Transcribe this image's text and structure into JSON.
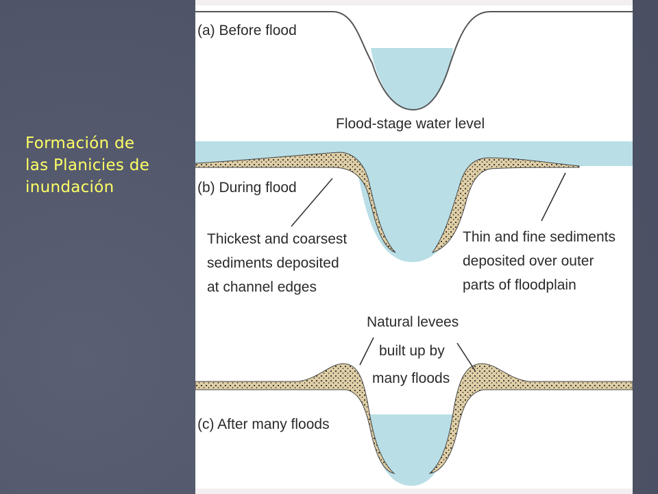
{
  "slide": {
    "title_lines": [
      "Formación de",
      "las Planicies de",
      "inundación"
    ],
    "title_color": "#ffff66",
    "background_color": "#4f5468"
  },
  "diagram": {
    "water_color": "#b9dee6",
    "sediment_color": "#e0cfa6",
    "labels": {
      "before_flood": "(a) Before flood",
      "flood_stage": "Flood-stage water level",
      "during_flood": "(b) During flood",
      "thick_line1": "Thickest and coarsest",
      "thick_line2": "sediments deposited",
      "thick_line3": "at channel edges",
      "thin_line1": "Thin and fine sediments",
      "thin_line2": "deposited over outer",
      "thin_line3": "parts of floodplain",
      "levees_line1": "Natural levees",
      "levees_line2": "built up by",
      "levees_line3": "many floods",
      "after_floods": "(c) After many floods"
    }
  }
}
